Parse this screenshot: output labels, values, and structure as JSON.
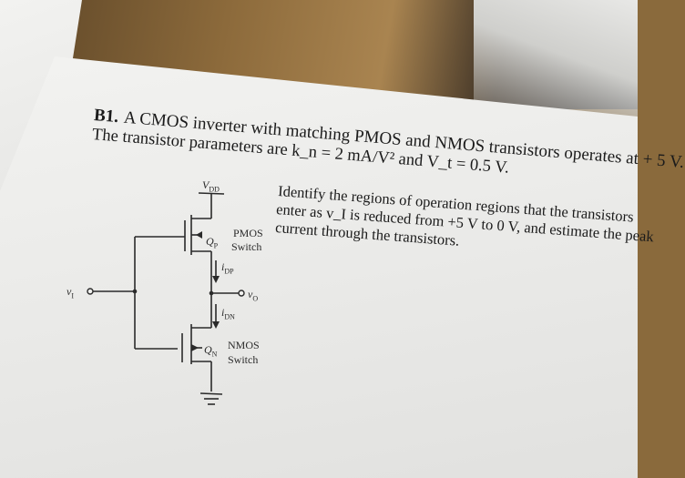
{
  "problem": {
    "number": "B1.",
    "title_text": "A CMOS inverter with matching PMOS and NMOS transistors operates at + 5 V.",
    "params_text": "The transistor parameters are k_n = 2 mA/V² and V_t = 0.5 V.",
    "question_line1": "Identify the regions of operation regions that the transistors",
    "question_line2": "enter as v_I is reduced from +5 V to 0 V, and estimate the peak",
    "question_line3": "current through the transistors."
  },
  "circuit": {
    "vdd_label": "V",
    "vdd_sub": "DD",
    "vi_label": "v",
    "vi_sub": "I",
    "vo_label": "v",
    "vo_sub": "O",
    "qp_label": "Q",
    "qp_sub": "P",
    "qn_label": "Q",
    "qn_sub": "N",
    "idp_label": "i",
    "idp_sub": "DP",
    "idn_label": "i",
    "idn_sub": "DN",
    "pmos_label": "PMOS",
    "pmos_switch": "Switch",
    "nmos_label": "NMOS",
    "nmos_switch": "Switch"
  }
}
